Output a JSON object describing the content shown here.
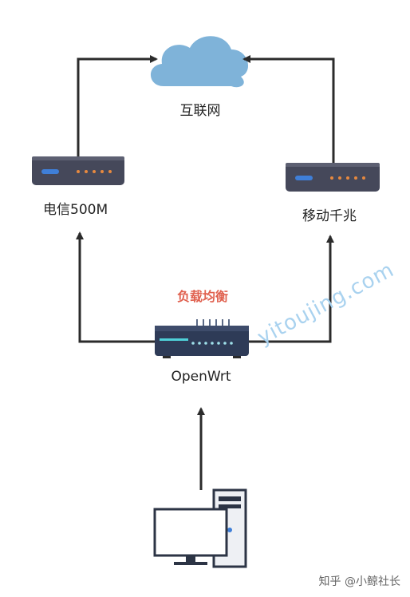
{
  "nodes": {
    "internet": "互联网",
    "isp_left": "电信500M",
    "isp_right": "移动千兆",
    "load_balance": "负载均衡",
    "router": "OpenWrt"
  },
  "watermark": "yitoujing.com",
  "credit": "知乎 @小鲸社长",
  "colors": {
    "cloud": "#7fb3d9",
    "arrow": "#2b2b2b",
    "modem": "#45485a",
    "load_balance_text": "#e0614f",
    "watermark": "#a9d2ef"
  }
}
